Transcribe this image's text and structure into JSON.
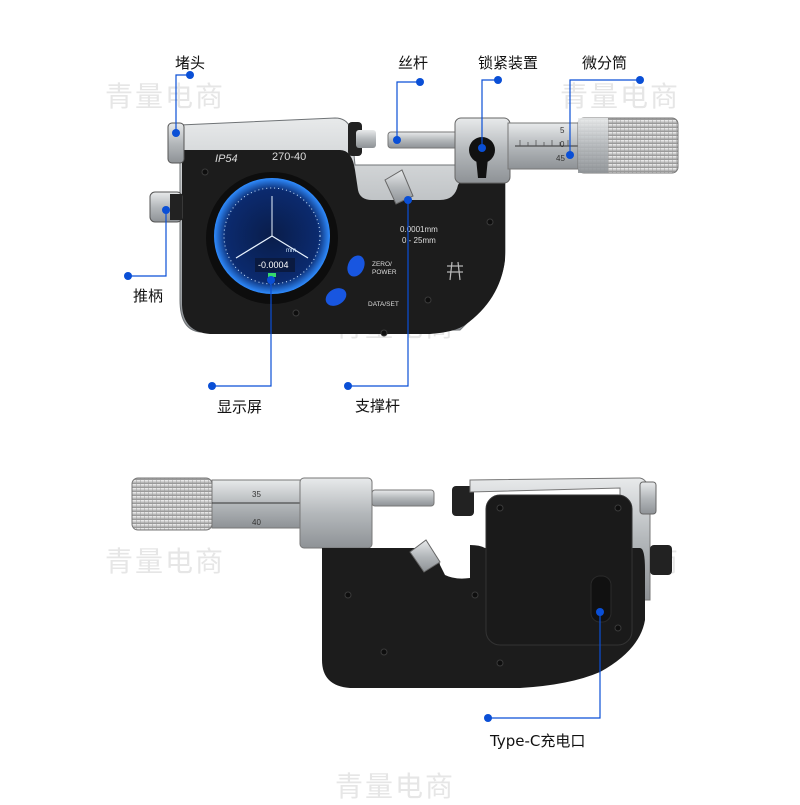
{
  "labels": {
    "anvil": "堵头",
    "spindle": "丝杆",
    "lock": "锁紧装置",
    "thimble": "微分筒",
    "retract": "推柄",
    "display": "显示屏",
    "support": "支撑杆",
    "charging": "Type-C充电口"
  },
  "device_text": {
    "ip": "IP54",
    "model": "270-40",
    "resolution": "0.0001mm",
    "range": "0 - 25mm",
    "zero": "ZERO/",
    "power": "POWER",
    "data": "DATA/SET",
    "reading": "-0.0004",
    "unit": "mm"
  },
  "thimble_scale_top": [
    "5",
    "0",
    "45"
  ],
  "thimble_scale_bottom": [
    "35",
    "40"
  ],
  "watermark": "青量电商",
  "colors": {
    "accent": "#0a4fd6",
    "body": "#1a1a1a",
    "metal": "#b8bcbf"
  }
}
